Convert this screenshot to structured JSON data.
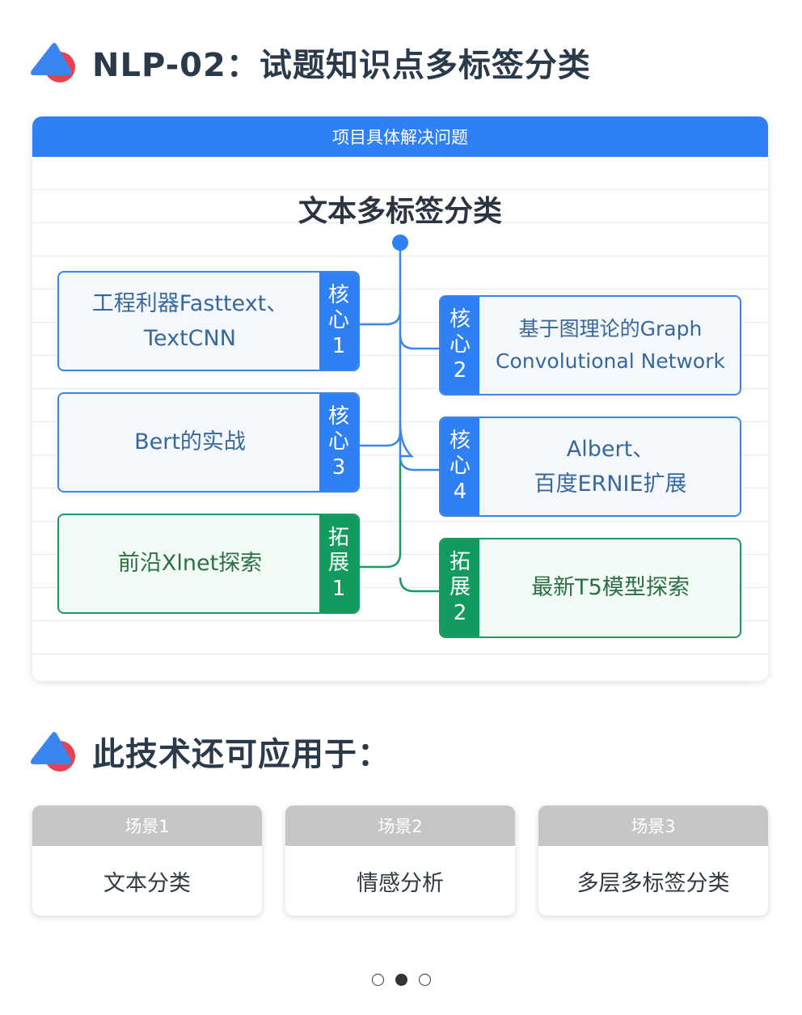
{
  "header": {
    "title": "NLP-02：试题知识点多标签分类"
  },
  "card": {
    "header": "项目具体解决问题",
    "title": "文本多标签分类",
    "nodes": [
      {
        "tag": [
          "核",
          "心",
          "1"
        ],
        "text": [
          "工程利器Fasttext、",
          "TextCNN"
        ]
      },
      {
        "tag": [
          "核",
          "心",
          "2"
        ],
        "text": [
          "基于图理论的Graph",
          "Convolutional Network"
        ]
      },
      {
        "tag": [
          "核",
          "心",
          "3"
        ],
        "text": [
          "Bert的实战"
        ]
      },
      {
        "tag": [
          "核",
          "心",
          "4"
        ],
        "text": [
          "Albert、",
          "百度ERNIE扩展"
        ]
      },
      {
        "tag": [
          "拓",
          "展",
          "1"
        ],
        "text": [
          "前沿Xlnet探索"
        ]
      },
      {
        "tag": [
          "拓",
          "展",
          "2"
        ],
        "text": [
          "最新T5模型探索"
        ]
      }
    ]
  },
  "applications": {
    "title": "此技术还可应用于：",
    "scenes": [
      {
        "label": "场景1",
        "value": "文本分类"
      },
      {
        "label": "场景2",
        "value": "情感分析"
      },
      {
        "label": "场景3",
        "value": "多层多标签分类"
      }
    ]
  },
  "pagination": {
    "total": 3,
    "active": 1
  },
  "colors": {
    "primary_blue": "#2f80f5",
    "extend_green": "#139a5e",
    "logo_blue": "#3a86f0",
    "logo_red": "#e8424c",
    "scene_header_gray": "#c6c6c6"
  },
  "icons": {
    "section_logo": "triangle-circle-logo-icon"
  }
}
